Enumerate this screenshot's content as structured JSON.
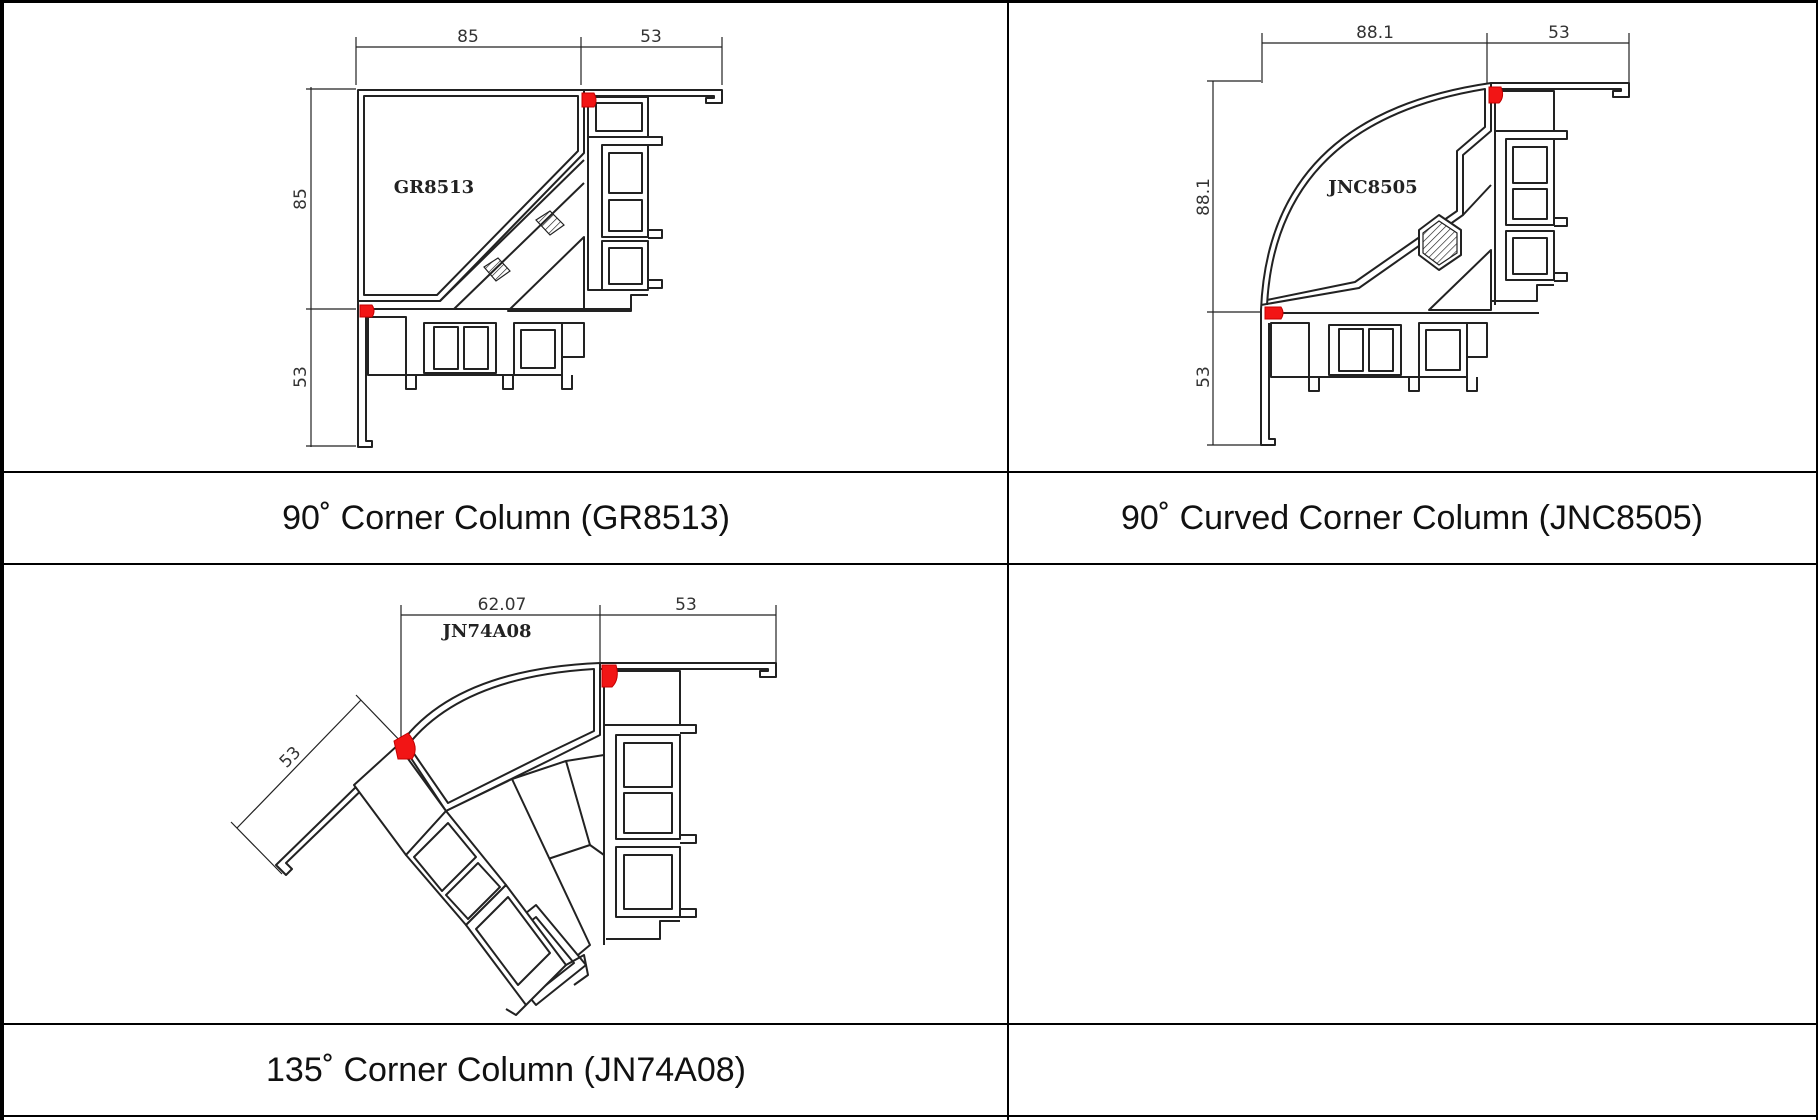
{
  "cells": [
    {
      "caption": "90˚ Corner Column (GR8513)",
      "profile_label": "GR8513",
      "dimensions": {
        "top_left": "85",
        "top_right": "53",
        "side_top": "85",
        "side_bottom": "53"
      }
    },
    {
      "caption": "90˚ Curved Corner Column (JNC8505)",
      "profile_label": "JNC8505",
      "dimensions": {
        "top_left": "88.1",
        "top_right": "53",
        "side_top": "88.1",
        "side_bottom": "53"
      }
    },
    {
      "caption": "135˚ Corner Column (JN74A08)",
      "profile_label": "JN74A08",
      "dimensions": {
        "top_left": "62.07",
        "top_right": "53",
        "diagonal": "53"
      }
    },
    {
      "caption": ""
    }
  ]
}
